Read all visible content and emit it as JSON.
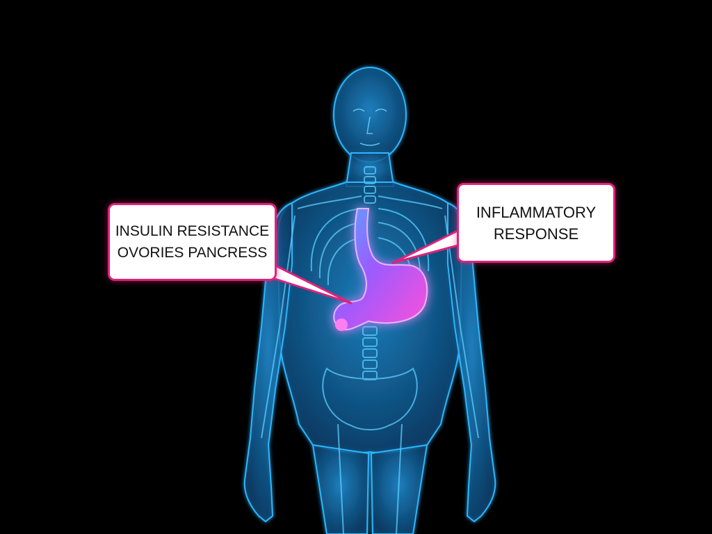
{
  "colors": {
    "background": "#000000",
    "body_glow": "#1fa8ff",
    "body_fill": "#0b3f66",
    "organ": "#c24cff",
    "callout_border": "#e0217a",
    "callout_bg": "#ffffff"
  },
  "callouts": {
    "left": {
      "line1": "INSULIN RESISTANCE",
      "line2": "OVORIES PANCRESS"
    },
    "right": {
      "line1": "INFLAMMATORY",
      "line2": "RESPONSE"
    }
  },
  "icons": [
    "human-body-xray",
    "stomach-organ",
    "spine",
    "pelvis",
    "ribcage"
  ]
}
